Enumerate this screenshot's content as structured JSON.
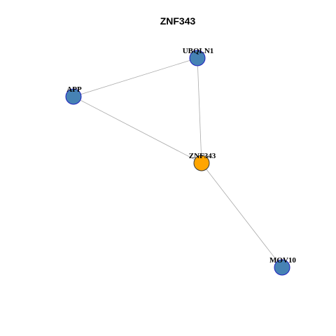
{
  "title": "ZNF343",
  "colors": {
    "background": "#ffffff",
    "edge": "#aaaaaa",
    "node_default_fill": "#4682b4",
    "node_default_stroke": "#1f1fbf",
    "node_focus_fill": "#ffa500",
    "node_focus_stroke": "#3a3a3a"
  },
  "nodes": [
    {
      "id": "UBQLN1",
      "label": "UBQLN1",
      "focus": false
    },
    {
      "id": "APP",
      "label": "APP",
      "focus": false
    },
    {
      "id": "ZNF343",
      "label": "ZNF343",
      "focus": true
    },
    {
      "id": "MOV10",
      "label": "MOV10",
      "focus": false
    }
  ],
  "edges": [
    {
      "source": "APP",
      "target": "UBQLN1"
    },
    {
      "source": "APP",
      "target": "ZNF343"
    },
    {
      "source": "UBQLN1",
      "target": "ZNF343"
    },
    {
      "source": "ZNF343",
      "target": "MOV10"
    }
  ]
}
